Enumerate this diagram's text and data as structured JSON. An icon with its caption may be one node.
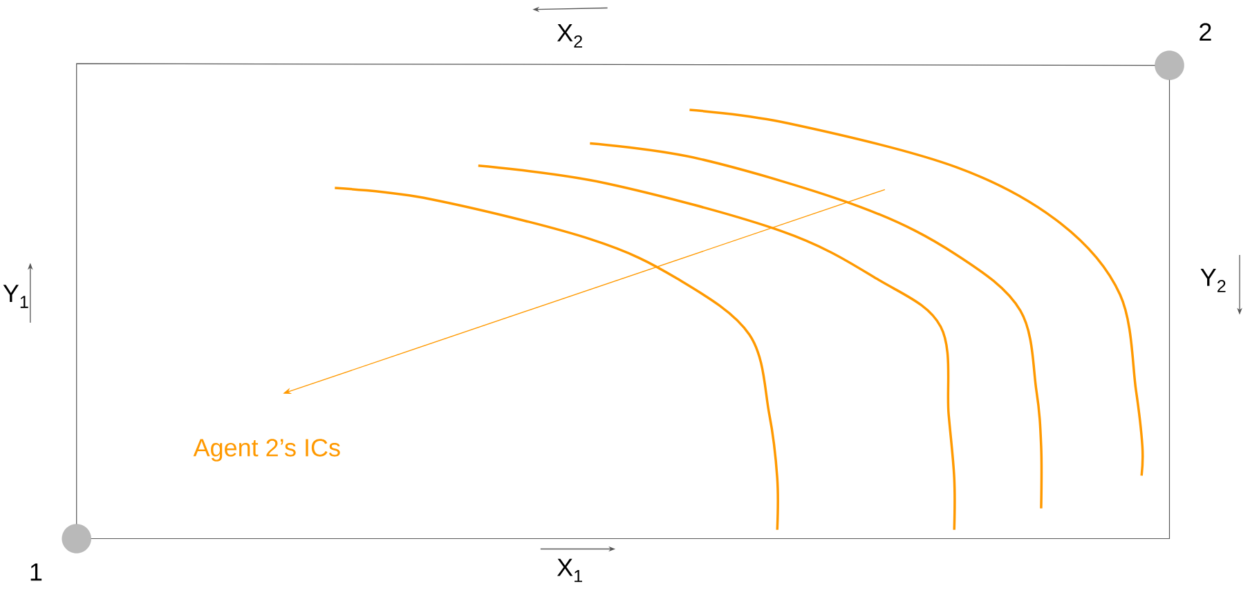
{
  "diagram": {
    "nodes": [
      {
        "text": [],
        "shape": "circle",
        "beside": [
          "1"
        ]
      },
      {
        "text": [],
        "shape": "circle",
        "beside": [
          "2"
        ]
      }
    ],
    "labels": [
      "X$_{2}$",
      "Y$_{1}$",
      "Y$_{2}$",
      "Agent 2’s ICs",
      "X$_{1}$"
    ]
  }
}
